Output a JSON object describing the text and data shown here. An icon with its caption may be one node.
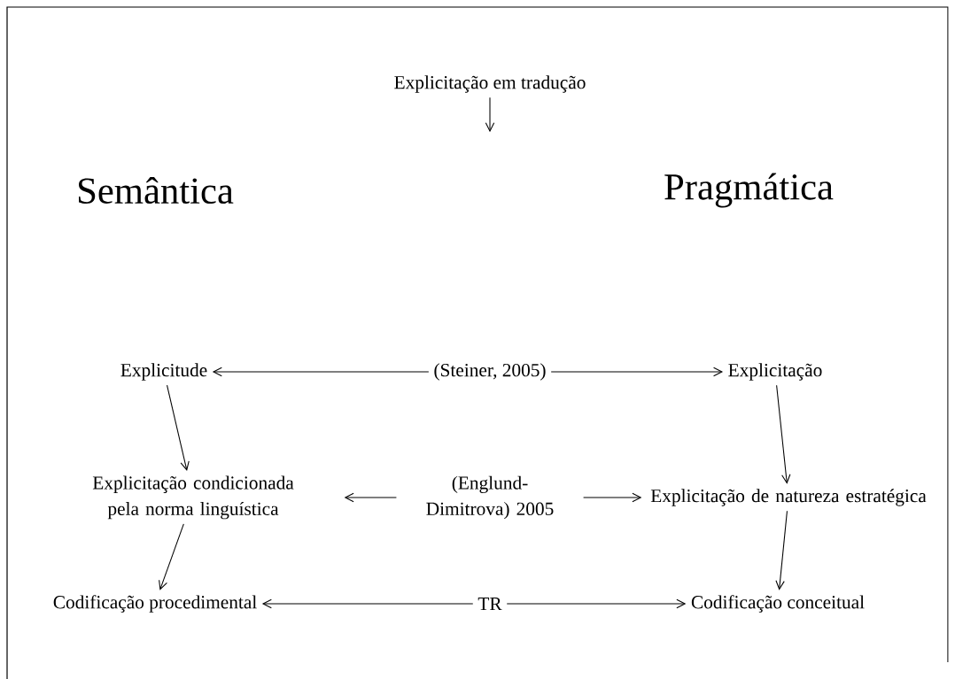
{
  "diagram": {
    "nodes": [
      {
        "text": [
          "Explicitação em tradução"
        ]
      },
      {
        "text": [
          "Semântica"
        ]
      },
      {
        "text": [
          "Pragmática"
        ]
      },
      {
        "text": [
          "Explicitude"
        ]
      },
      {
        "text": [
          "(Steiner, 2005)"
        ]
      },
      {
        "text": [
          "Explicitação"
        ]
      },
      {
        "text": [
          "Explicitação condicionada pela norma linguística"
        ]
      },
      {
        "text": [
          "(Englund-Dimitrova) 2005"
        ]
      },
      {
        "text": [
          "Explicitação de natureza estratégica"
        ]
      },
      {
        "text": [
          "Codificação procedimental"
        ]
      },
      {
        "text": [
          "TR"
        ]
      },
      {
        "text": [
          "Codificação conceitual"
        ]
      }
    ],
    "edges": [
      {
        "from": 0,
        "to": null,
        "arrow": "to"
      },
      {
        "from": 4,
        "to": 3,
        "arrow": "to"
      },
      {
        "from": 4,
        "to": 5,
        "arrow": "to"
      },
      {
        "from": 3,
        "to": 6,
        "arrow": "to"
      },
      {
        "from": 5,
        "to": 8,
        "arrow": "to"
      },
      {
        "from": 7,
        "to": 6,
        "arrow": "to"
      },
      {
        "from": 7,
        "to": 8,
        "arrow": "to"
      },
      {
        "from": 6,
        "to": 9,
        "arrow": "to"
      },
      {
        "from": 8,
        "to": 11,
        "arrow": "to"
      },
      {
        "from": 10,
        "to": 9,
        "arrow": "to"
      },
      {
        "from": 10,
        "to": 11,
        "arrow": "to"
      }
    ]
  }
}
